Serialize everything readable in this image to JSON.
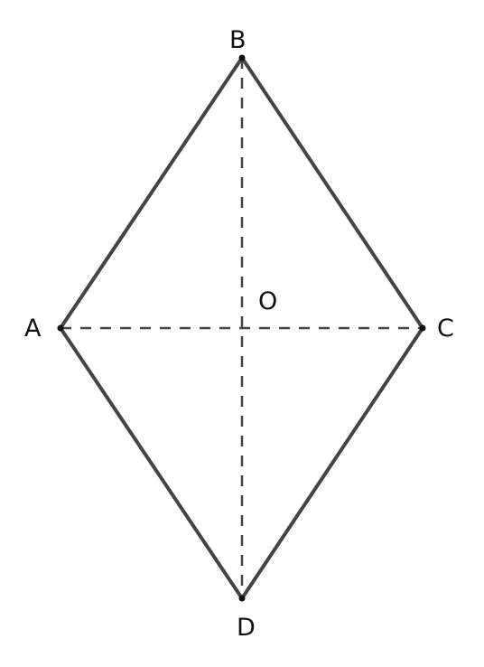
{
  "points": {
    "A": "A",
    "B": "B",
    "C": "C",
    "D": "D",
    "O": "O"
  },
  "colors": {
    "edge": "#444444",
    "diagonal": "#444444",
    "label": "#111111"
  }
}
